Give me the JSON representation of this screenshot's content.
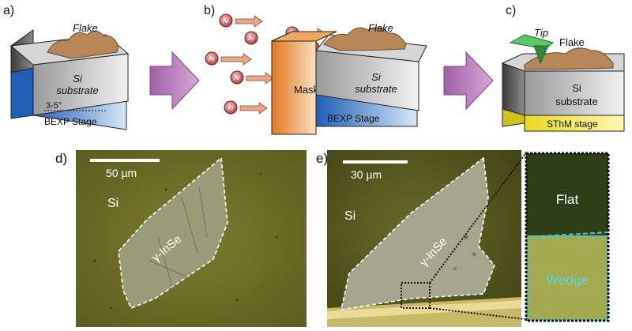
{
  "panels": {
    "a": {
      "label": "a)",
      "flake": "Flake",
      "substrate_line1": "Si",
      "substrate_line2": "substrate",
      "angle": "3-5°",
      "stage": "BEXP Stage"
    },
    "b": {
      "label": "b)",
      "ion": "Ar",
      "mask": "Mask",
      "flake": "Flake",
      "substrate_line1": "Si",
      "substrate_line2": "substrate",
      "stage": "BEXP Stage"
    },
    "c": {
      "label": "c)",
      "tip": "Tip",
      "flake": "Flake",
      "substrate_line1": "Si",
      "substrate_line2": "substrate",
      "stage": "SThM stage"
    },
    "d": {
      "label": "d)",
      "scale": "50 µm",
      "si": "Si",
      "material": "γ-InSe"
    },
    "e": {
      "label": "e)",
      "scale": "30 µm",
      "si": "Si",
      "material": "γ-InSe",
      "inset_top": "Flat",
      "inset_bottom": "Wedge"
    }
  },
  "colors": {
    "stage_blue": "#2b6fc0",
    "flake": "#b9865a",
    "mask_orange": "#e8882e",
    "ar_ion": "#c24848",
    "big_arrow": "#b878b8",
    "sthm_stage": "#f0e040",
    "tip_green": "#3aa84a",
    "micro_bg": "#6b6b24",
    "wedge_cyan": "#4ad0d8"
  }
}
